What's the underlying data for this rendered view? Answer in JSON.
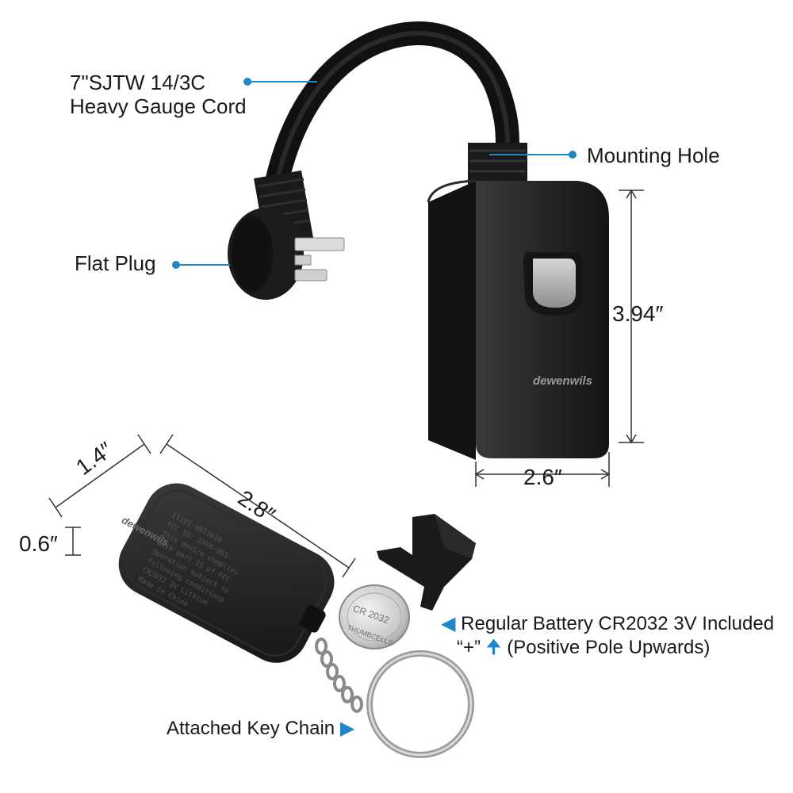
{
  "labels": {
    "cord_line1": "7\"SJTW 14/3C",
    "cord_line2": "Heavy Gauge Cord",
    "mounting_hole": "Mounting Hole",
    "flat_plug": "Flat Plug",
    "battery_line1": "Regular Battery CR2032 3V Included",
    "battery_line2_prefix": "“+”",
    "battery_line2_suffix": "(Positive Pole Upwards)",
    "key_chain": "Attached Key Chain"
  },
  "dimensions": {
    "outlet_height": "3.94″",
    "outlet_width": "2.6″",
    "remote_width": "1.4″",
    "remote_length": "2.8″",
    "remote_thickness": "0.6″"
  },
  "product": {
    "outlet_brand": "dewenwils",
    "remote_brand": "dewenwils",
    "battery_text_top": "CR 2032",
    "battery_text_bottom": "THUMBCELLS"
  },
  "icons": {
    "pointer": "blue-dot",
    "battery_marker": "triangle-left-icon",
    "positive_marker": "arrow-up-icon",
    "keychain_marker": "triangle-right-icon"
  },
  "colors": {
    "accent": "#1f86c8",
    "device": "#1e1e1e",
    "text": "#1a1a1a"
  }
}
